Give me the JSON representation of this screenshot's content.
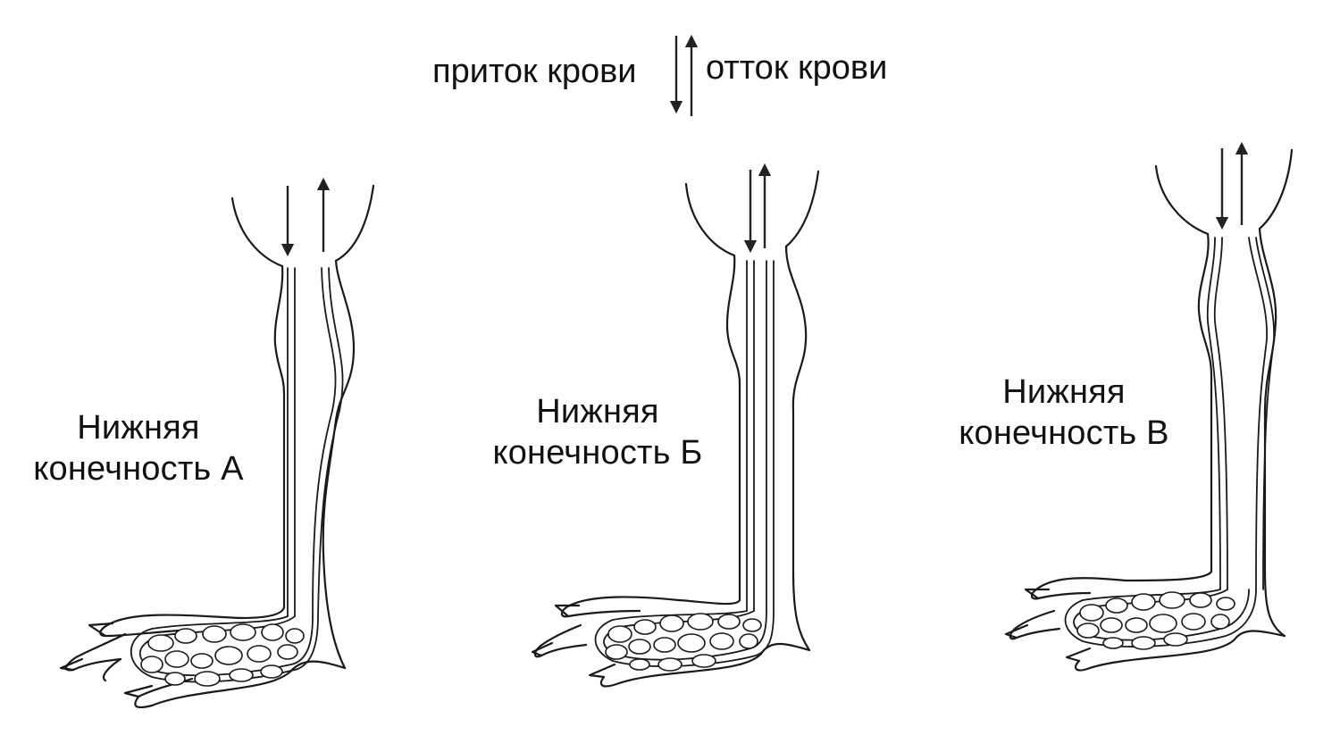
{
  "legend": {
    "inflow": "приток крови",
    "outflow": "отток крови"
  },
  "limbs": [
    {
      "id": "A",
      "line1": "Нижняя",
      "line2": "конечность А"
    },
    {
      "id": "B",
      "line1": "Нижняя",
      "line2": "конечность Б"
    },
    {
      "id": "C",
      "line1": "Нижняя",
      "line2": "конечность В"
    }
  ]
}
